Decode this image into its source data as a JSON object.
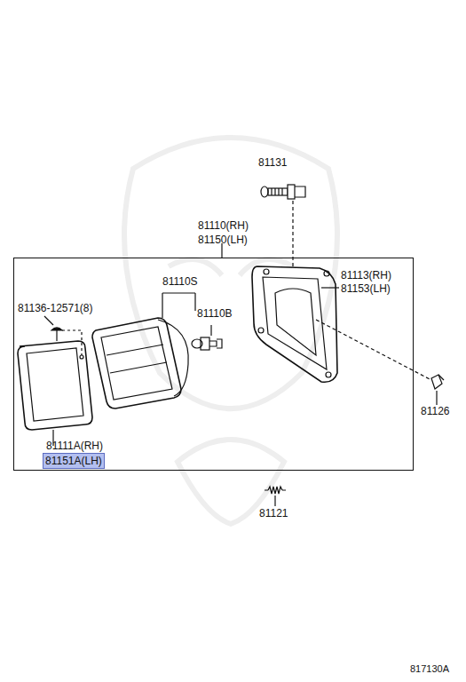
{
  "diagram": {
    "nodes": [
      {
        "text": [
          "81110(RH)",
          "81150(LH)"
        ]
      },
      {
        "text": [
          "81151A(LH)"
        ],
        "in": 0
      }
    ],
    "labels": [
      "81131",
      "81110S",
      "81136-12571(8)",
      "81110B",
      "81113(RH)",
      "81153(LH)",
      "81126",
      "81111A(RH)",
      "81121",
      "817130A"
    ]
  }
}
